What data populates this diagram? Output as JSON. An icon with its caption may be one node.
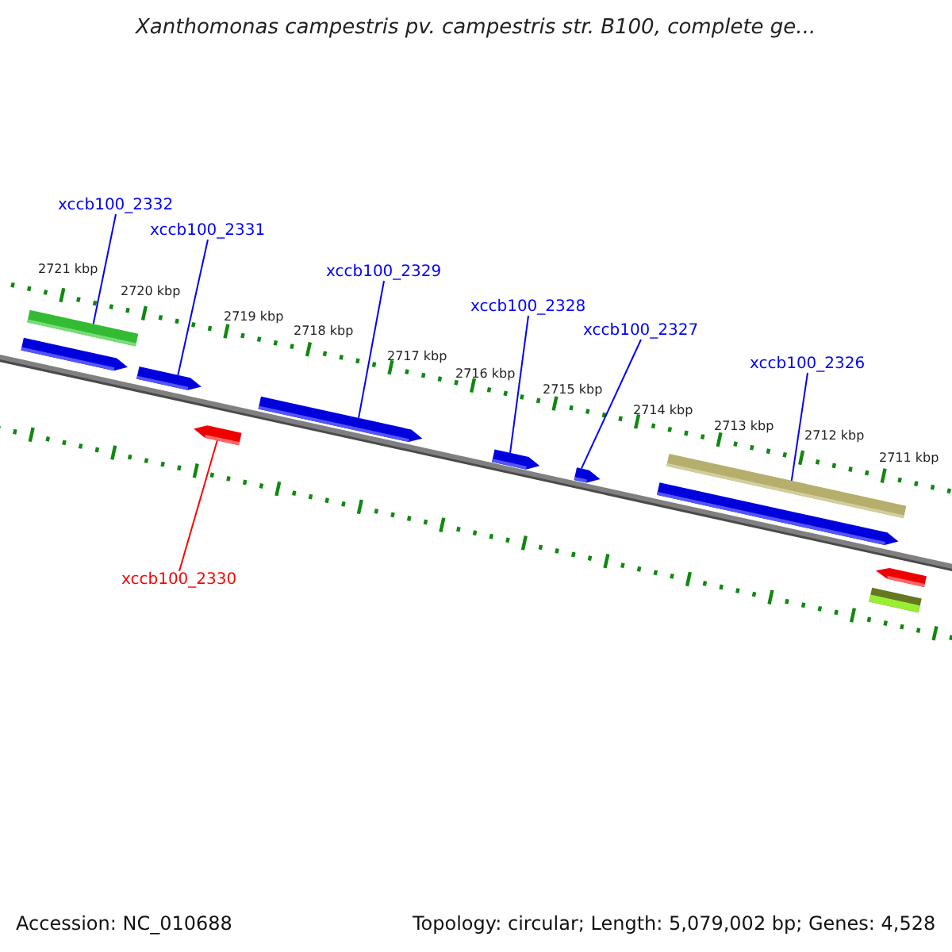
{
  "diagram": {
    "title": "Xanthomonas campestris pv. campestris str. B100, complete ge...",
    "nodes": [
      {
        "text": [
          "xccb100_2332"
        ]
      },
      {
        "text": [
          "xccb100_2331"
        ]
      },
      {
        "text": [
          "xccb100_2329"
        ]
      },
      {
        "text": [
          "xccb100_2328"
        ]
      },
      {
        "text": [
          "xccb100_2327"
        ]
      },
      {
        "text": [
          "xccb100_2326"
        ]
      },
      {
        "text": [
          "xccb100_2330"
        ]
      },
      {
        "text": [],
        "shape": "bar"
      },
      {
        "text": [],
        "shape": "arrow"
      },
      {
        "text": [],
        "shape": "arrow"
      },
      {
        "text": [],
        "shape": "arrow"
      },
      {
        "text": [],
        "shape": "arrow"
      },
      {
        "text": [],
        "shape": "arrow"
      },
      {
        "text": [],
        "shape": "arrow"
      },
      {
        "text": [],
        "shape": "bar"
      },
      {
        "text": [],
        "shape": "arrow"
      },
      {
        "text": [],
        "shape": "arrow"
      },
      {
        "text": [],
        "shape": "bar"
      }
    ],
    "edges": [
      {
        "from": 0,
        "to": 7,
        "arrow": "none"
      },
      {
        "from": 1,
        "to": 9,
        "arrow": "none"
      },
      {
        "from": 2,
        "to": 11,
        "arrow": "none"
      },
      {
        "from": 3,
        "to": 12,
        "arrow": "none"
      },
      {
        "from": 4,
        "to": 13,
        "arrow": "none"
      },
      {
        "from": 5,
        "to": 14,
        "arrow": "none"
      },
      {
        "from": 6,
        "to": 10,
        "arrow": "none",
        "color": "#ff0000"
      }
    ],
    "labels": [
      "2721 kbp",
      "2720 kbp",
      "2719 kbp",
      "2718 kbp",
      "2717 kbp",
      "2716 kbp",
      "2715 kbp",
      "2714 kbp",
      "2713 kbp",
      "2712 kbp",
      "2711 kbp",
      "Accession: NC_010688",
      "Topology: circular; Length: 5,079,002 bp; Genes: 4,528"
    ]
  }
}
